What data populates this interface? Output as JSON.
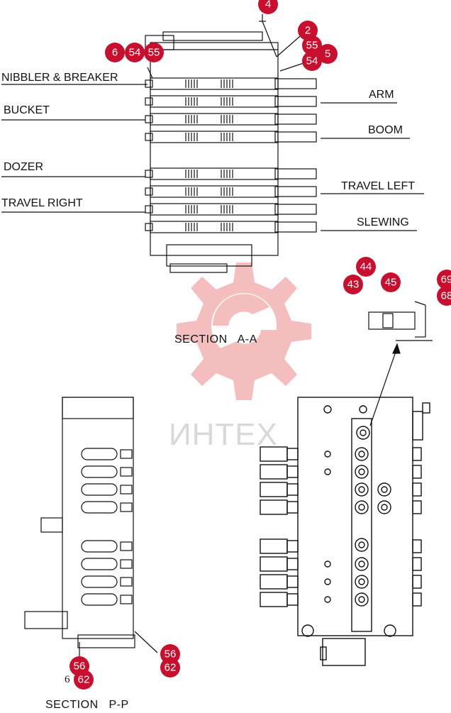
{
  "labels": {
    "nibbler": "NIBBLER & BREAKER",
    "bucket": "BUCKET",
    "dozer": "DOZER",
    "travel_right": "TRAVEL RIGHT",
    "arm": "ARM",
    "boom": "BOOM",
    "travel_left": "TRAVEL LEFT",
    "slewing": "SLEWING"
  },
  "sections": {
    "aa": "SECTION   A-A",
    "pp": "SECTION   P-P"
  },
  "watermark": "ИНТЕХ",
  "stray_text": "6",
  "callouts": [
    "4",
    "2",
    "6",
    "54",
    "55",
    "55",
    "54",
    "5",
    "44",
    "43",
    "45",
    "69",
    "68",
    "56",
    "56",
    "62",
    "62"
  ],
  "colors": {
    "callout": "#c8102e",
    "watermark_logo": "#f3b3b3",
    "watermark_text": "#d9d9d9",
    "line": "#111111"
  }
}
